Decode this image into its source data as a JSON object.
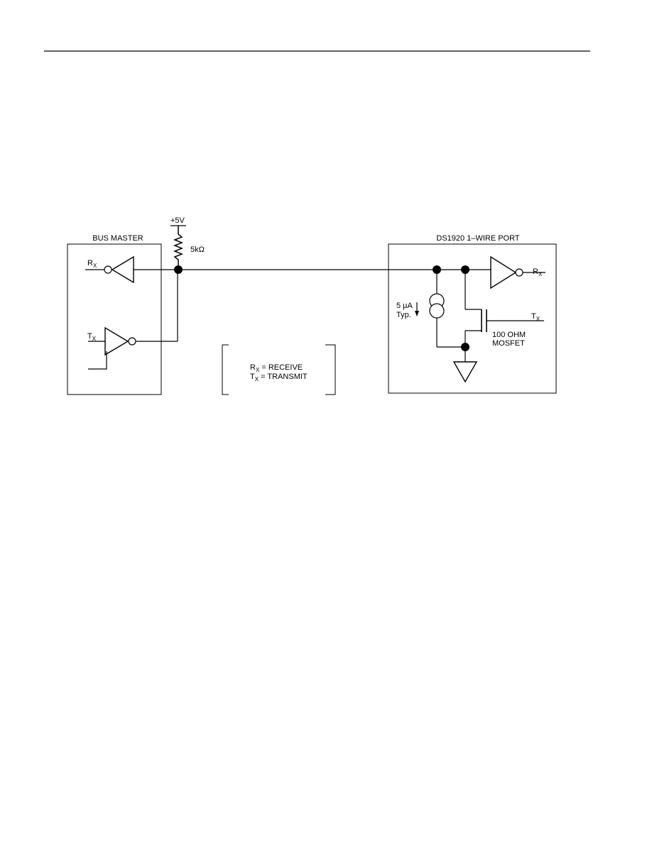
{
  "diagram": {
    "supply": {
      "label": "+5V"
    },
    "resistor": {
      "label": "5kΩ"
    },
    "bus_master": {
      "title": "BUS MASTER",
      "rx": {
        "main": "R",
        "sub": "X"
      },
      "tx": {
        "main": "T",
        "sub": "X"
      }
    },
    "device": {
      "title": "DS1920 1–WIRE PORT",
      "rx": {
        "main": "R",
        "sub": "X"
      },
      "tx": {
        "main": "T",
        "sub": "X"
      },
      "current_source": {
        "value": "5 µA",
        "note": "Typ."
      },
      "mosfet": {
        "line1": "100 OHM",
        "line2": "MOSFET"
      }
    },
    "legend": {
      "rx": {
        "main": "R",
        "sub": "X",
        "text": " = RECEIVE"
      },
      "tx": {
        "main": "T",
        "sub": "X",
        "text": " = TRANSMIT"
      }
    }
  }
}
